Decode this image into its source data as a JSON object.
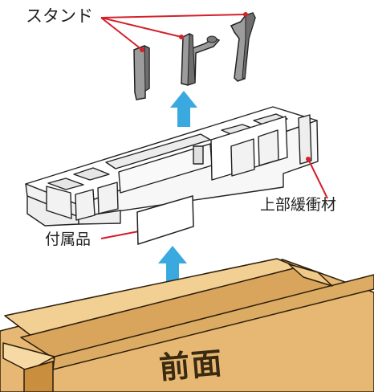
{
  "labels": {
    "stand": "スタンド",
    "upper_cushion": "上部緩衝材",
    "accessories": "付属品",
    "front": "前面"
  },
  "icons": {
    "arrow_upper": "up-arrow-icon",
    "arrow_lower": "up-arrow-icon"
  },
  "colors": {
    "leader_line": "#d4202a",
    "arrow": "#3aa9df",
    "cardboard": "#e7b873",
    "cardboard_dark": "#c98f3e",
    "stand_metal": "#9a9a9a",
    "outline": "#222222"
  }
}
